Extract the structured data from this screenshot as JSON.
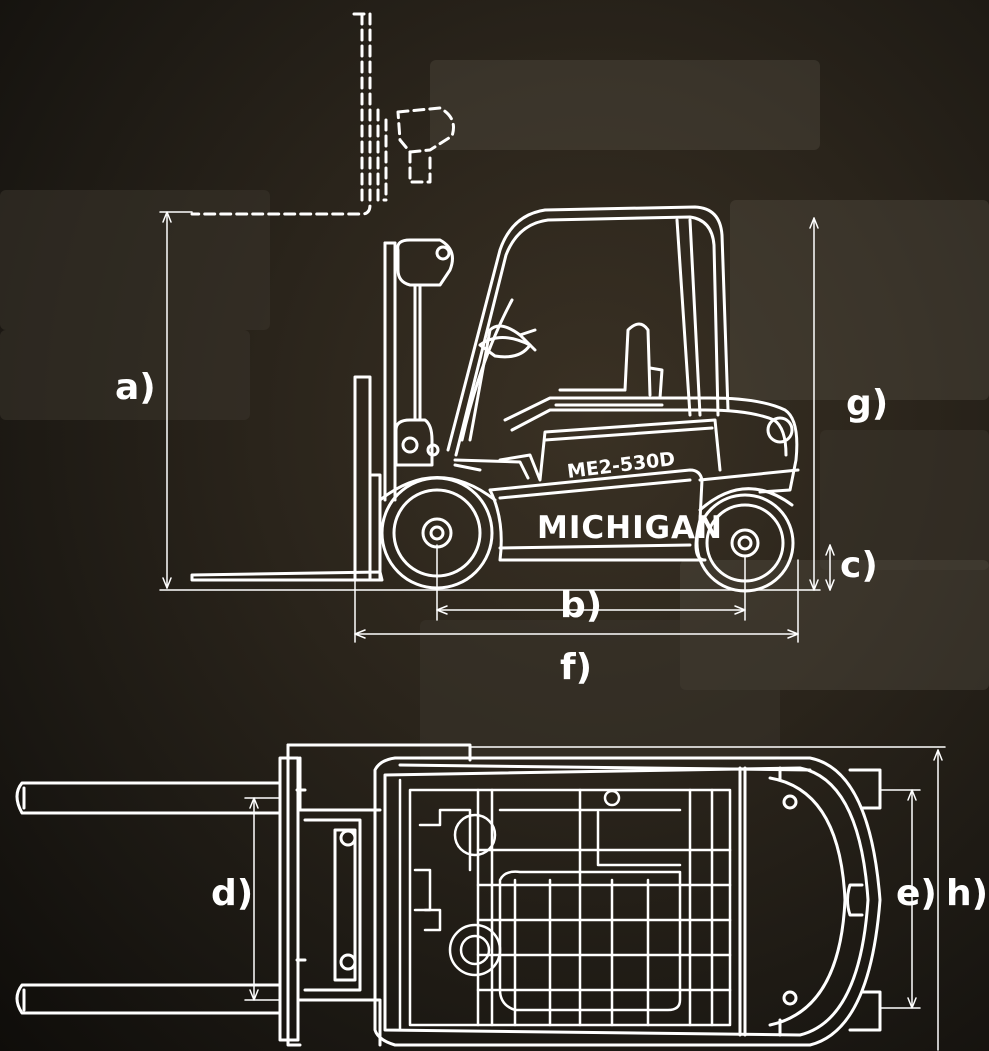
{
  "diagram": {
    "model_text": "ME2-530D",
    "brand_text": "MICHIGAN",
    "dimension_labels": {
      "a": "a)",
      "b": "b)",
      "c": "c)",
      "d": "d)",
      "e": "e)",
      "f": "f)",
      "g": "g)",
      "h": "h)"
    }
  },
  "colors": {
    "line": "#ffffff",
    "background": "#1c1812"
  }
}
